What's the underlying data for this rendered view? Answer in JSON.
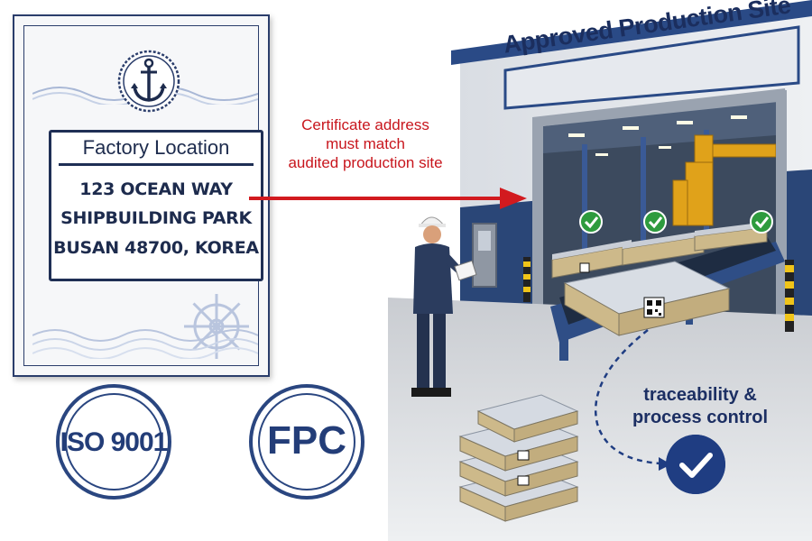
{
  "certificate": {
    "heading": "Factory Location",
    "address_lines": [
      "123 OCEAN WAY",
      "SHIPBUILDING PARK",
      "BUSAN 48700, KOREA"
    ]
  },
  "stamps": {
    "iso": "ISO 9001",
    "fpc": "FPC"
  },
  "annotation": {
    "lines": [
      "Certificate address",
      "must match",
      "audited production site"
    ]
  },
  "building": {
    "sign": "Approved Production Site"
  },
  "traceability": {
    "lines": [
      "traceability &",
      "process control"
    ]
  },
  "colors": {
    "navy": "#1d2b4d",
    "annotation_red": "#c8161d",
    "check_green": "#2e9b3e",
    "badge_blue": "#1f3d82"
  },
  "icons": [
    "anchor-icon",
    "ships-wheel-icon",
    "checkmark-icon",
    "qr-code-icon"
  ]
}
